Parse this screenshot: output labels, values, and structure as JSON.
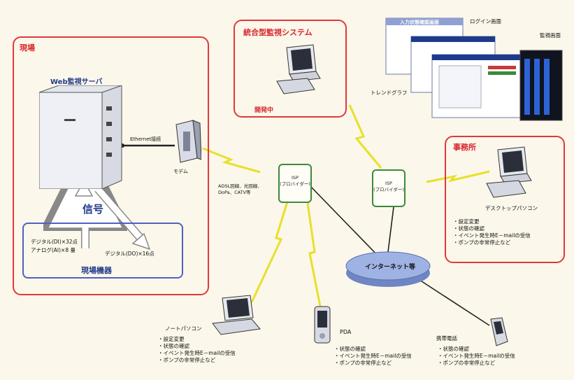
{
  "site": {
    "title": "現場",
    "server_label": "Web監視サーバ",
    "ethernet_label": "Ethernet接続",
    "modem_label": "モデム",
    "signal_label": "信号",
    "field_equipment_label": "現場機器",
    "digital_in": "デジタル(DI)×32点",
    "analog_in": "アナログ(AI)×8 量",
    "digital_out": "デジタル(DO)×16点"
  },
  "monitoring_system": {
    "title": "統合型監視システム",
    "status": "開発中"
  },
  "screens": {
    "login_label": "ログイン画面",
    "monitor_label": "監視画面",
    "trend_label": "トレンドグラフ",
    "screen_title": "入力状態確認画面"
  },
  "office": {
    "title": "事務所",
    "device_label": "デスクトップパソコン",
    "features": [
      "設定変更",
      "状態の確認",
      "イベント発生時E－mailの受信",
      "ポンプの非常停止など"
    ]
  },
  "connection_label": "ADSL回線、光回線、DoPa、CATV等",
  "isp_left": {
    "line1": "ISP",
    "line2": "(プロバイダー)"
  },
  "isp_right": {
    "line1": "ISP",
    "line2": "(プロバイダー)"
  },
  "internet_label": "インターネット等",
  "notebook": {
    "label": "ノートパソコン",
    "features": [
      "設定変更",
      "状態の確認",
      "イベント発生時E－mailの受信",
      "ポンプの非常停止など"
    ]
  },
  "pda": {
    "label": "PDA",
    "features": [
      "状態の確認",
      "イベント発生時E－mailの受信",
      "ポンプの非常停止など"
    ]
  },
  "mobile": {
    "label": "携帯電話",
    "features": [
      "状態の確認",
      "イベント発生時E－mailの受信",
      "ポンプの非常停止など"
    ]
  },
  "colors": {
    "red_frame": "#e0383c",
    "blue_frame": "#5060c0",
    "green_frame": "#3c8a3c",
    "lightning": "#e8e02a",
    "cloud": "#8aa0d8"
  }
}
